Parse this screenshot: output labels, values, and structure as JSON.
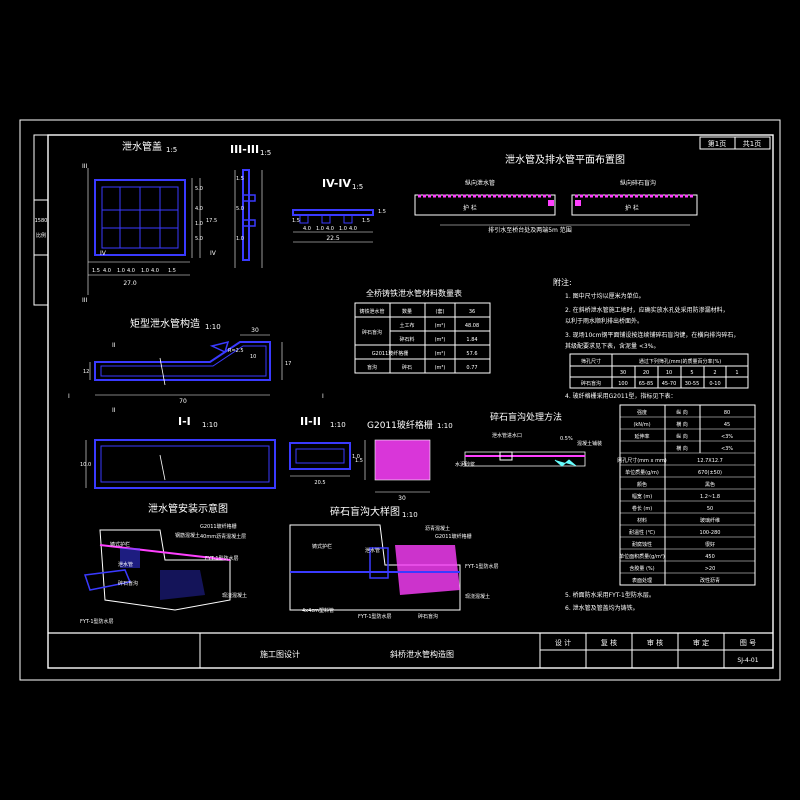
{
  "title_block": {
    "sheet_no": "第1页",
    "sheet_total": "共1页",
    "design_stage": "施工图设计",
    "drawing_name": "斜桥泄水管构造图",
    "roles": [
      "设 计",
      "复 核",
      "审 核",
      "审 定",
      "图 号"
    ],
    "drawing_code": "SJ-4-01",
    "side_labels": [
      "1580",
      "比例"
    ]
  },
  "views": {
    "drain_pipe": {
      "title": "泄水管盖",
      "scale": "1:5",
      "cut_iv": "IV",
      "cut_iii": "III",
      "dims_bottom": [
        "1.5",
        "4.0",
        "1.0",
        "4.0",
        "1.0",
        "4.0",
        "1.5"
      ],
      "total": "27.0",
      "dims_right": [
        "5.0",
        "4.0",
        "1.0",
        "5.0"
      ],
      "height": "17.5"
    },
    "section_iii": {
      "title": "III-III",
      "scale": "1:5",
      "dims": [
        "1.5",
        "5.0",
        "1.0"
      ]
    },
    "section_iv": {
      "title": "IV-IV",
      "scale": "1:5",
      "dims": [
        "1.5",
        "4.0",
        "1.0",
        "4.0",
        "1.0",
        "4.0",
        "1.5"
      ],
      "total": "22.5",
      "h": "1.5"
    },
    "rect_pipe": {
      "title": "矩型泄水管构造",
      "scale": "1:10",
      "cut_i": "I",
      "cut_ii": "II",
      "dims": [
        "30",
        "70",
        "10",
        "12",
        "17",
        "R=2.5"
      ]
    },
    "section_i": {
      "title": "I-I",
      "scale": "1:10",
      "h": "10.0"
    },
    "section_ii": {
      "title": "II-II",
      "scale": "1:10",
      "w": "20.5",
      "h": "1.0"
    },
    "grid": {
      "title": "G2011玻纤格栅",
      "scale": "1:10",
      "w": "30",
      "h": "1.5"
    },
    "gravel": {
      "title": "碎石盲沟处理方法",
      "labels": [
        "泄水管进水口",
        "0.5%",
        "混凝土铺装",
        "水泥砂浆"
      ]
    },
    "plan": {
      "title": "泄水管及排水管平面布置图",
      "labels": [
        "纵向泄水管",
        "纵向碎石盲沟",
        "护 栏",
        "护 栏"
      ],
      "note": "排引水至桥台处及两端5m 范围"
    },
    "install": {
      "title": "泄水管安装示意图",
      "labels": [
        "钢筋混凝土",
        "G2011玻纤格栅",
        "40mm沥青混凝土层",
        "FYT-1型防水层",
        "泄水管",
        "碎石盲沟",
        "现浇混凝土",
        "铸式护栏",
        "FYT-1型防水层"
      ]
    },
    "detail": {
      "title": "碎石盲沟大样图",
      "scale": "1:10",
      "labels": [
        "铸式护栏",
        "泄水管",
        "G2011玻纤格栅",
        "沥青混凝土",
        "FYT-1型防水层",
        "4x4cm塑料管",
        "FYT-1型防水层",
        "碎石盲沟",
        "现浇混凝土"
      ]
    }
  },
  "material_table": {
    "title": "全桥铸铁泄水管材料数量表",
    "rows": [
      [
        "铸铁泄水管",
        "数量",
        "(套)",
        "36"
      ],
      [
        "碎石盲沟",
        "土工布",
        "(m²)",
        "48.08"
      ],
      [
        "",
        "碎石料",
        "(m³)",
        "1.84"
      ],
      [
        "G2011玻纤格栅",
        "",
        "(m²)",
        "57.6"
      ],
      [
        "盲沟",
        "碎石",
        "(m³)",
        "0.77"
      ]
    ]
  },
  "notes": {
    "title": "附注:",
    "items": [
      "1. 图中尺寸均以厘米为单位。",
      "2. 在斜桥泄水管施工地时，应确实放水孔处采用防渗漏材料，",
      "   以利于雨水顺利排出桥面外。",
      "3. 现场10cm钢平面铺设按连续铺碎石盲沟键，在横向排沟碎石，",
      "   其级配要求见下表，含泥量 <3%。",
      "4. 玻纤格栅采用G2011型，指标见下表：",
      "5. 桥面防水采用FYT-1型防水层。",
      "6. 泄水管及管盖均为铸铁。"
    ]
  },
  "grading_table": {
    "header": [
      "筛孔尺寸",
      "通过下列筛孔(mm)的质量百分率(%)"
    ],
    "sieves": [
      "30",
      "20",
      "10",
      "5",
      "2",
      "1"
    ],
    "row_label": "碎石盲沟",
    "values": [
      "100",
      "65-85",
      "45-70",
      "30-55",
      "0-10",
      ""
    ]
  },
  "grid_props": [
    [
      "强度",
      "纵 向",
      "80"
    ],
    [
      "(kN/m)",
      "横 向",
      "45"
    ],
    [
      "延伸率",
      "纵 向",
      "<3%"
    ],
    [
      "",
      "横 向",
      "<3%"
    ],
    [
      "网孔尺寸(mm x mm)",
      "",
      "12.7X12.7"
    ],
    [
      "单位质量(g/m)",
      "",
      "670(±50)"
    ],
    [
      "颜色",
      "",
      "黑色"
    ],
    [
      "幅宽 (m)",
      "",
      "1.2~1.8"
    ],
    [
      "卷长 (m)",
      "",
      "50"
    ],
    [
      "材料",
      "",
      "玻璃纤维"
    ],
    [
      "耐温性 (℃)",
      "",
      "100-280"
    ],
    [
      "耐腐蚀性",
      "",
      "很好"
    ],
    [
      "单位面积质量(g/m²)",
      "",
      "450"
    ],
    [
      "含胶量 (%)",
      "",
      ">20"
    ],
    [
      "表面处理",
      "",
      "改性沥青"
    ]
  ]
}
